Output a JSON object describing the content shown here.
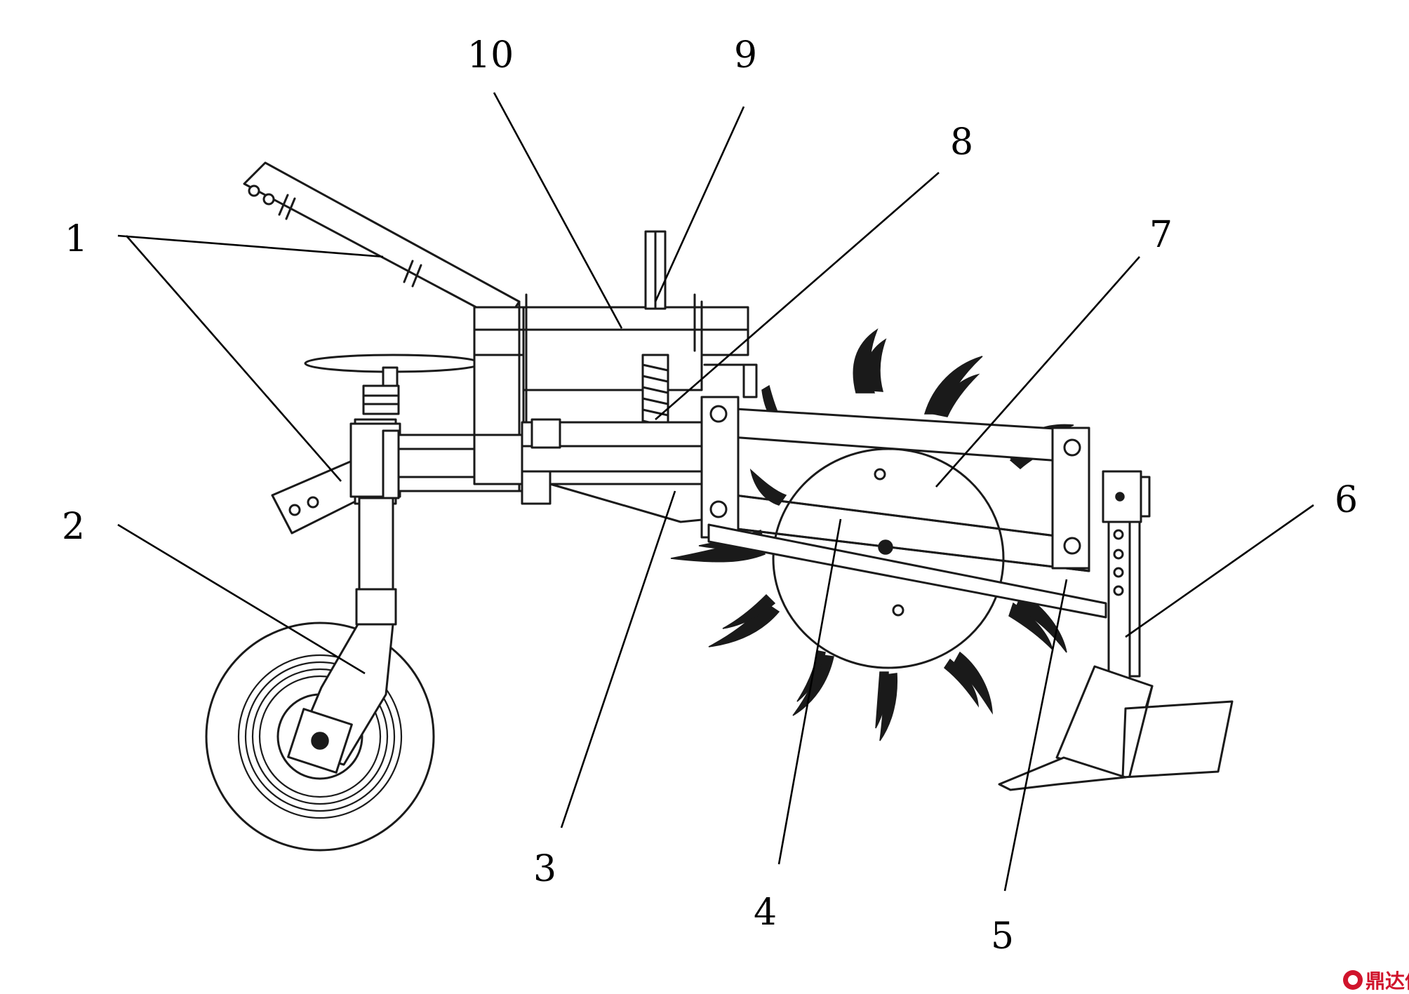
{
  "callouts": [
    {
      "id": "1",
      "label": "1"
    },
    {
      "id": "2",
      "label": "2"
    },
    {
      "id": "3",
      "label": "3"
    },
    {
      "id": "4",
      "label": "4"
    },
    {
      "id": "5",
      "label": "5"
    },
    {
      "id": "6",
      "label": "6"
    },
    {
      "id": "7",
      "label": "7"
    },
    {
      "id": "8",
      "label": "8"
    },
    {
      "id": "9",
      "label": "9"
    },
    {
      "id": "10",
      "label": "10"
    }
  ],
  "watermark": {
    "text": "鼎达信",
    "color": "#d0142c",
    "icon": "logo-icon"
  }
}
